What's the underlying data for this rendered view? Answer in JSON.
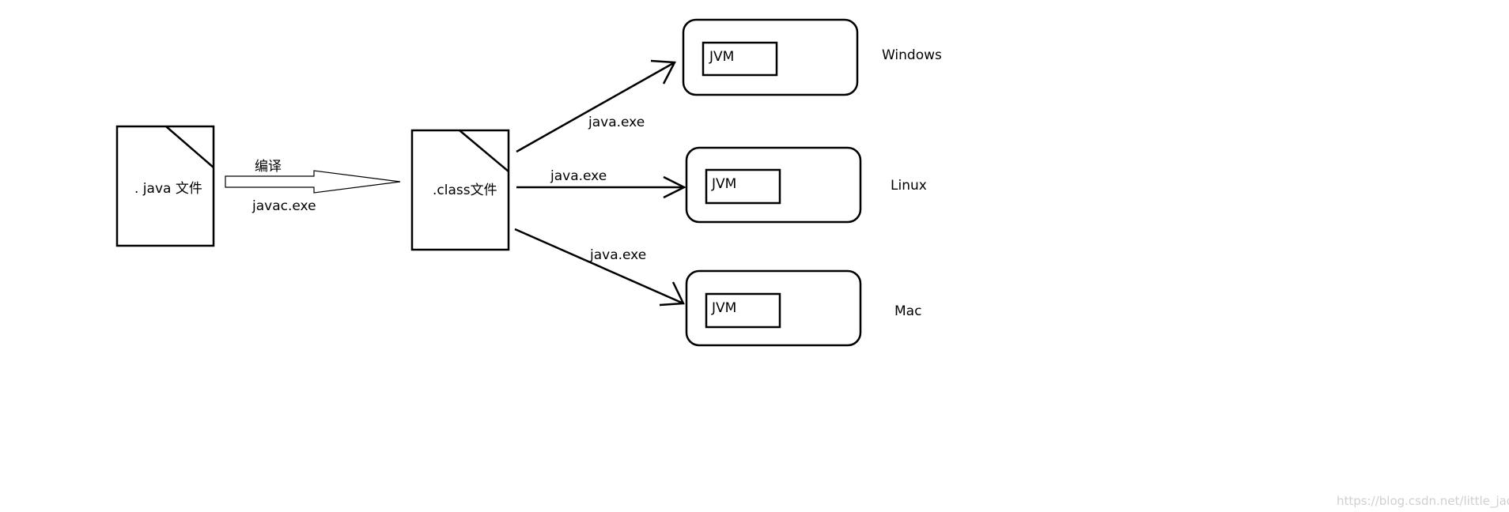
{
  "source": {
    "label": ". java 文件"
  },
  "compile": {
    "top_label": "编译",
    "bottom_label": "javac.exe"
  },
  "bytecode": {
    "label": ".class文件"
  },
  "run_labels": [
    "java.exe",
    "java.exe",
    "java.exe"
  ],
  "platforms": [
    {
      "jvm": "JVM",
      "os": "Windows"
    },
    {
      "jvm": "JVM",
      "os": "Linux"
    },
    {
      "jvm": "JVM",
      "os": "Mac"
    }
  ],
  "watermark": "https://blog.csdn.net/little_jade"
}
